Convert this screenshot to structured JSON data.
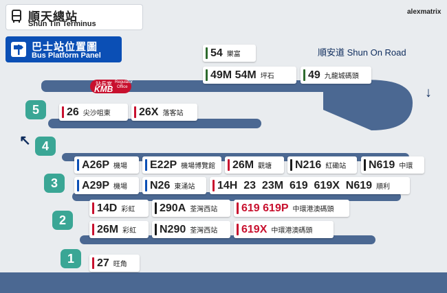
{
  "header": {
    "title_zh": "順天總站",
    "title_en": "Shun Tin Terminus"
  },
  "subheader": {
    "title_zh": "巴士站位置圖",
    "title_en": "Bus Platform Panel"
  },
  "brand": "alexmatrix",
  "road_label": "順安道 Shun On Road",
  "kmb_badge": {
    "top_label": "站長室",
    "logo": "KMB",
    "side1": "Regulator",
    "side2": "Office"
  },
  "arrows": {
    "down": "↓",
    "up_left": "↖"
  },
  "platforms": {
    "p5": "5",
    "p4": "4",
    "p3": "3",
    "p2": "2",
    "p1": "1"
  },
  "colors": {
    "red": "#c8102e",
    "blue": "#0b4fb5",
    "green": "#2e6b2e",
    "black": "#1a1a1a",
    "platform_green": "#3aa695",
    "road_blue": "#4b6892"
  },
  "cards": {
    "c54": {
      "route": "54",
      "dest": "樂富"
    },
    "c49m": {
      "route": "49M 54M",
      "dest": "坪石"
    },
    "c49": {
      "route": "49",
      "dest": "九龍城碼頭"
    },
    "c26": {
      "route": "26",
      "dest": "尖沙咀東"
    },
    "c26x": {
      "route": "26X",
      "dest": "落客站"
    },
    "ca26p": {
      "route": "A26P",
      "dest": "機場"
    },
    "ce22p": {
      "route": "E22P",
      "dest": "機場博覽館"
    },
    "c26m3": {
      "route": "26M",
      "dest": "觀塘"
    },
    "cn216": {
      "route": "N216",
      "dest": "紅磡站"
    },
    "cn619": {
      "route": "N619",
      "dest": "中環"
    },
    "ca29p": {
      "route": "A29P",
      "dest": "機場"
    },
    "cn26": {
      "route": "N26",
      "dest": "東涌站"
    },
    "c14h": {
      "route": "14H  23  23M  619  619X  N619",
      "dest": "順利"
    },
    "c14d": {
      "route": "14D",
      "dest": "彩虹"
    },
    "c290a": {
      "route": "290A",
      "dest": "荃灣西站"
    },
    "c619": {
      "route": "619 619P",
      "dest": "中環港澳碼頭"
    },
    "c26m2": {
      "route": "26M",
      "dest": "彩虹"
    },
    "cn290": {
      "route": "N290",
      "dest": "荃灣西站"
    },
    "c619x": {
      "route": "619X",
      "dest": "中環港澳碼頭"
    },
    "c27": {
      "route": "27",
      "dest": "旺角"
    }
  }
}
